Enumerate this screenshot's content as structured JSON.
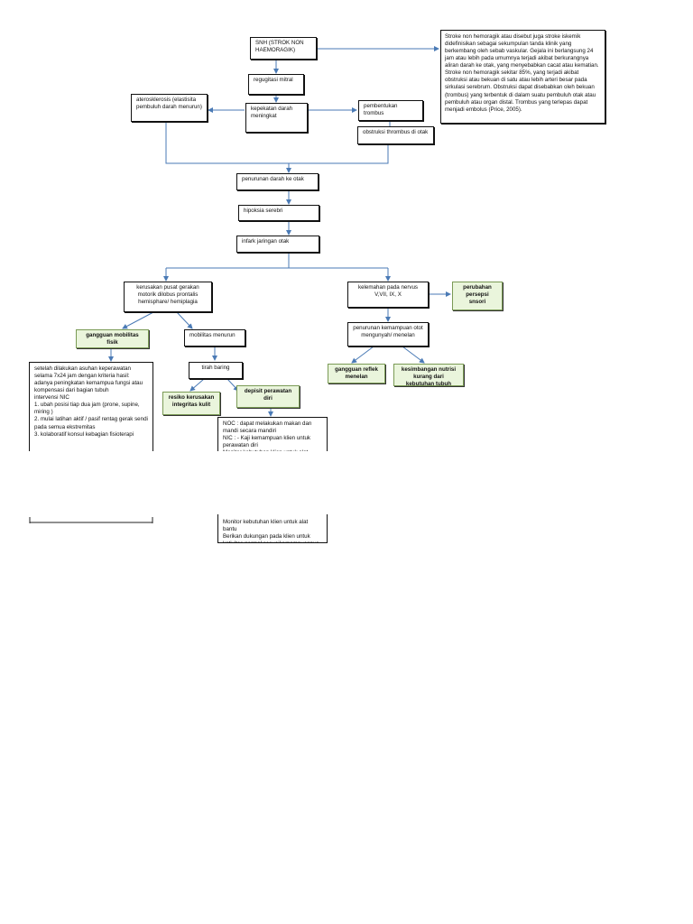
{
  "nodes": {
    "snh": "SNH (STROK NON HAEMORAGIK)",
    "definition": "Stroke non hemoragik atau disebut juga stroke iskemik didefinisikan sebagai sekumpulan tanda klinik yang berkembang oleh sebab vaskular. Gejala ini berlangsung 24 jam atau lebih pada umumnya terjadi akibat berkurangnya aliran darah ke otak, yang menyebabkan cacat atau kematian. Stroke non hemoragik sekitar 85%, yang terjadi akibat obstruksi atau bekuan di satu atau lebih arteri besar pada sirkulasi serebrum. Obstruksi dapat disebabkan oleh bekuan (trombus) yang terbentuk di dalam suatu pembuluh otak atau pembuluh atau organ distal. Trombus yang terlepas dapat menjadi embolus (Price, 2005).",
    "regurgitasi": "regugitasi mitral",
    "aterosklerosis": "aterosklerosis (elastisita pembuluh darah menurun)",
    "kepekatan": "kepekatan darah meningkat",
    "pembentukan": "pembentukan trombus",
    "obstruksi": "obstruksi thrombus di otak",
    "penurunan_darah": "penurunan darah ke otak",
    "hipoksia": "hipoksia serebri",
    "infark": "infark jaringan otak",
    "kerusakan": "kerusakan pusat gerakan motorik dilobus prontalis hemisphare/ hemiplagia",
    "kelemahan": "kelemahan pada nervus V,VII, IX, X",
    "perubahan_persepsi": "perubahan persepsi snsori",
    "gangguan_mobilitas": "gangguan mobilitas fisik",
    "mobilitas_menurun": "mobilitas menurun",
    "penurunan_kemampuan": "penurunan kemampuan otot mengunyah/ menelan",
    "tirah_baring": "tirah baring",
    "resiko": "resiko kerusakan integritas kulit",
    "defisit": "depisit perawatan diri",
    "refleks": "gangguan reflek menelan",
    "nutrisi": "kesimbangan nutrisi kurang dari kebutuhan tubuh",
    "intervensi_mobilitas": "setelah dilakukan asuhan keperawatan selama 7x24 jam dengan kriteria hasil: adanya peningkatan kemampua fungsi atau kompensasi dari bagian tubuh\nintervensi NIC\n1. ubah posisi tiap dua jam (prone, supine, miring )\n2. mulai latihan aktif / pasif rentag gerak sendi pada semua ekstremitas\n3. kolaboratif konsul kebagian fisioterapi",
    "intervensi_perawatan_diri": "NOC : dapat melakukan makan dan mandi secara mandiri\nNIC : - Kaji kemampuan klien untuk perawatan diri\nMonitor kebutuhan klien untuk alat bantu",
    "intervensi_lanjutan": "Monitor kebutuhan klien untuk alat bantu\nBerikan dukungan pada klien untuk kativitas normal sesuaikemampuannya"
  }
}
